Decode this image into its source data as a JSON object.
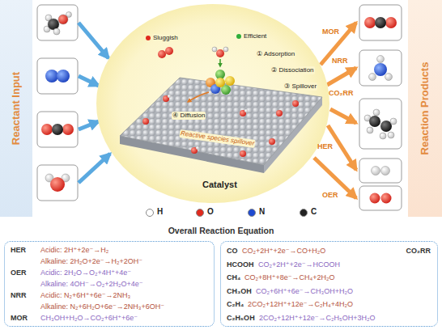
{
  "diagram": {
    "nodes": [
      {
        "text": [
          "Reactant Input"
        ]
      },
      {
        "text": [
          "Sluggish",
          "Efficient",
          "① Adsorption",
          "② Dissociation",
          "③ Spillover",
          "④ Diffusion",
          "Reactive species spillover",
          "Catalyst"
        ]
      },
      {
        "text": [
          "Reaction Products"
        ]
      },
      {
        "text": [
          "HER",
          "Acidic: 2H⁺+2e⁻→H₂",
          "Alkaline: 2H₂O+2e⁻→H₂+2OH⁻",
          "OER",
          "Acidic: 2H₂O→O₂+4H⁺+4e⁻",
          "Alkaline: 4OH⁻→O₂+2H₂O+4e⁻",
          "NRR",
          "Acidic: N₂+6H⁺+6e⁻→2NH₃",
          "Alkaline: N₂+6H₂O+6e⁻→2NH₃+6OH⁻",
          "MOR",
          "CH₃OH+H₂O→CO₂+6H⁺+6e⁻"
        ]
      },
      {
        "text": [
          "CO",
          "CO₂+2H⁺+2e⁻→CO+H₂O",
          "CO₂RR",
          "HCOOH",
          "CO₂+2H⁺+2e⁻→HCOOH",
          "CH₄",
          "CO₂+8H⁺+8e⁻→CH₄+2H₂O",
          "CH₃OH",
          "CO₂+6H⁺+6e⁻→CH₃OH+H₂O",
          "C₂H₄",
          "2CO₂+12H⁺+12e⁻→C₂H₄+4H₂O",
          "C₂H₅OH",
          "2CO₂+12H⁺+12e⁻→C₂H₅OH+3H₂O"
        ]
      }
    ],
    "labels": [
      "MOR",
      "NRR",
      "CO₂RR",
      "HER",
      "OER",
      "Overall Reaction Equation"
    ],
    "legend": [
      {
        "text": "H",
        "color": "#ffffff"
      },
      {
        "text": "O",
        "color": "#e02a1e"
      },
      {
        "text": "N",
        "color": "#1f4bd1"
      },
      {
        "text": "C",
        "color": "#222222"
      }
    ]
  }
}
